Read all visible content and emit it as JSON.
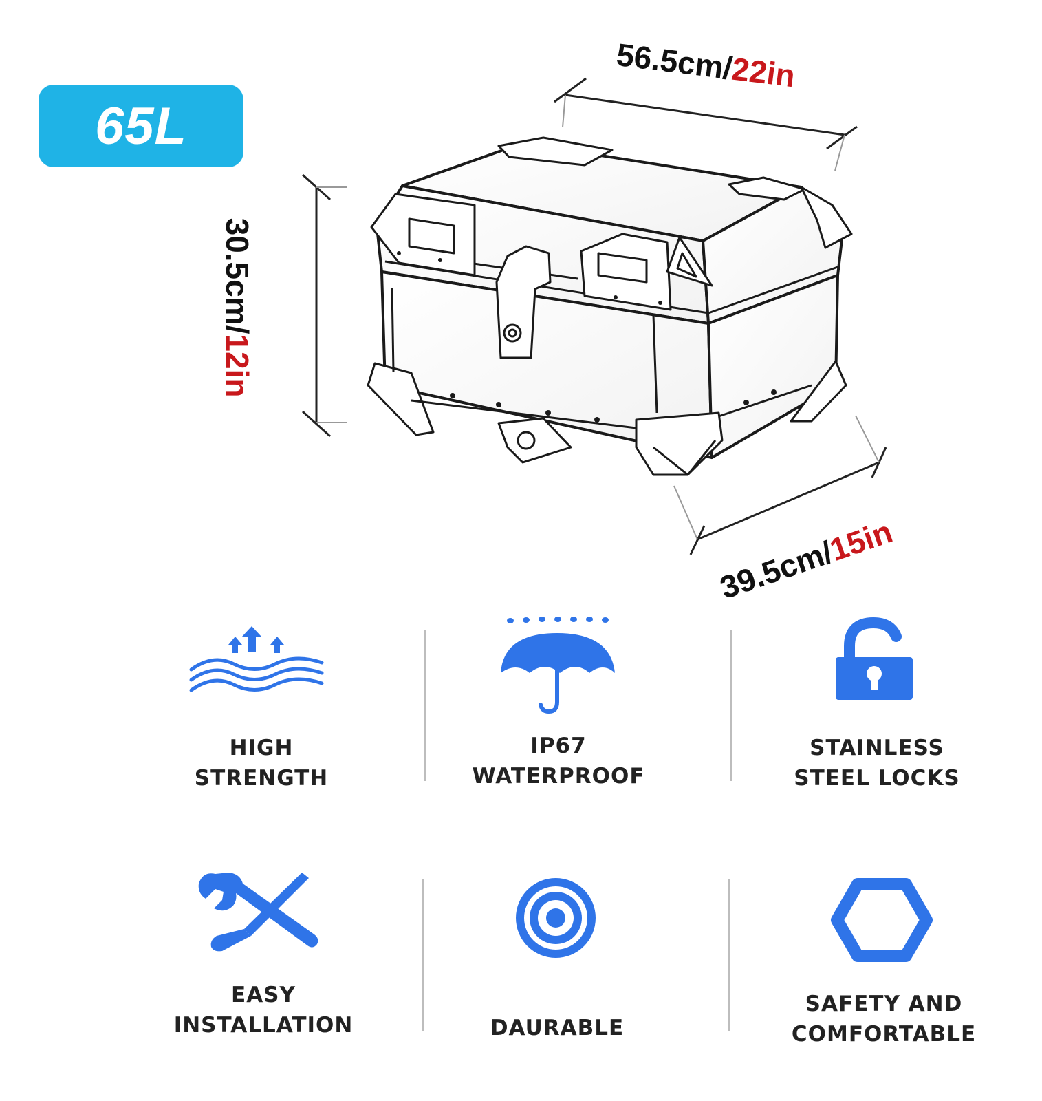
{
  "capacity_badge": {
    "label": "65L",
    "color": "#1fb3e6"
  },
  "dimensions": {
    "width": {
      "metric": "56.5cm/",
      "imperial": "22in"
    },
    "height": {
      "metric": "30.5cm/",
      "imperial": "12in"
    },
    "depth": {
      "metric": "39.5cm/",
      "imperial": "15in"
    },
    "imperial_color": "#c8181c"
  },
  "accent_color": "#2f74e8",
  "features": [
    {
      "icon": "waves-arrows-icon",
      "line1": "HIGH",
      "line2": "STRENGTH"
    },
    {
      "icon": "umbrella-rain-icon",
      "line1": "IP67",
      "line2": "WATERPROOF"
    },
    {
      "icon": "unlocked-padlock-icon",
      "line1": "STAINLESS",
      "line2": "STEEL LOCKS"
    },
    {
      "icon": "wrench-screwdriver-icon",
      "line1": "EASY",
      "line2": "INSTALLATION"
    },
    {
      "icon": "target-icon",
      "line1": "DAURABLE",
      "line2": ""
    },
    {
      "icon": "hexagon-icon",
      "line1": "SAFETY AND",
      "line2": "COMFORTABLE"
    }
  ]
}
